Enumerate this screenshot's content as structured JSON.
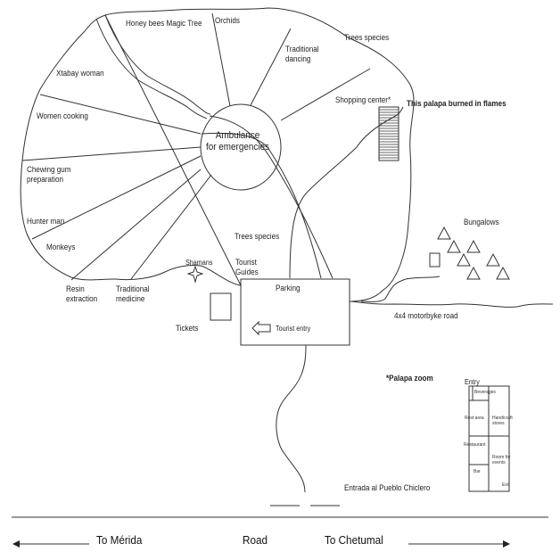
{
  "title": "Pueblo Chiclero site map",
  "zones": {
    "honey_bees": "Honey bees Magic Tree",
    "orchids": "Orchids",
    "traditional_dancing": "Traditional\ndancing",
    "trees_species_top": "Trees species",
    "xtabay_woman": "Xtabay woman",
    "women_cooking": "Women cooking",
    "chewing_gum": "Chewing gum\npreparation",
    "hunter_man": "Hunter man",
    "monkeys": "Monkeys",
    "resin_extraction": "Resin\nextraction",
    "traditional_medicine": "Traditional\nmedicine",
    "shamans": "Shamans",
    "ambulance": "Ambulance\nfor emergencies",
    "shopping_center": "Shopping center*",
    "palapa_note": "This palapa burned in flames",
    "trees_species_mid": "Trees species",
    "tourist_guides": "Tourist\nGuides",
    "tickets": "Tickets",
    "parking": "Parking",
    "tourist_entry": "Tourist entry",
    "bungalows": "Bungalows",
    "motorbyke_road": "4x4 motorbyke road",
    "entrance": "Entrada al Pueblo Chiclero"
  },
  "palapa_zoom": {
    "title": "*Palapa zoom",
    "entry": "Entry",
    "rooms": {
      "beverages": "Beverages",
      "rest_area": "Rest area",
      "handicraft": "Handicraft\nstores",
      "restaurant": "Restaurant",
      "room_events": "Room for\nevents",
      "bar": "Bar",
      "exit": "Exit"
    }
  },
  "road": {
    "to_merida": "To Mérida",
    "road": "Road",
    "to_chetumal": "To Chetumal"
  },
  "colors": {
    "line": "#333333",
    "text": "#222222",
    "background": "#ffffff"
  }
}
